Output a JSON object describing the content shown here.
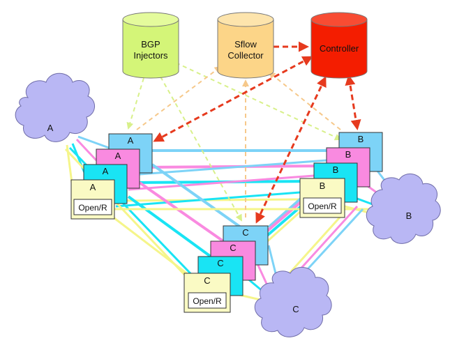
{
  "databases": {
    "bgp": {
      "line1": "BGP",
      "line2": "Injectors",
      "color": "#d4f578"
    },
    "sflow": {
      "line1": "Sflow",
      "line2": "Collector",
      "color": "#fcd588"
    },
    "controller": {
      "label": "Controller",
      "color": "#f41d00"
    }
  },
  "clouds": {
    "a": "A",
    "b": "B",
    "c": "C",
    "color": "#b9b7f4"
  },
  "sites": {
    "a": {
      "blue": "A",
      "pink": "A",
      "cyan": "A",
      "openr_letter": "A",
      "openr_label": "Open/R"
    },
    "b": {
      "blue": "B",
      "pink": "B",
      "cyan": "B",
      "openr_letter": "B",
      "openr_label": "Open/R"
    },
    "c": {
      "blue": "C",
      "pink": "C",
      "cyan": "C",
      "openr_letter": "C",
      "openr_label": "Open/R"
    }
  },
  "colors": {
    "blue_box": "#7dd3f7",
    "pink_box": "#f98ae0",
    "cyan_box": "#19e4f4",
    "openr_box": "#fafac4",
    "link_blue": "#7dd3f7",
    "link_pink": "#f98ae0",
    "link_cyan": "#19e4f4",
    "link_yellow": "#f5f58a",
    "arrow_controller": "#e63a1e",
    "arrow_sflow": "#f6c88a",
    "arrow_bgp": "#d8f08a"
  }
}
